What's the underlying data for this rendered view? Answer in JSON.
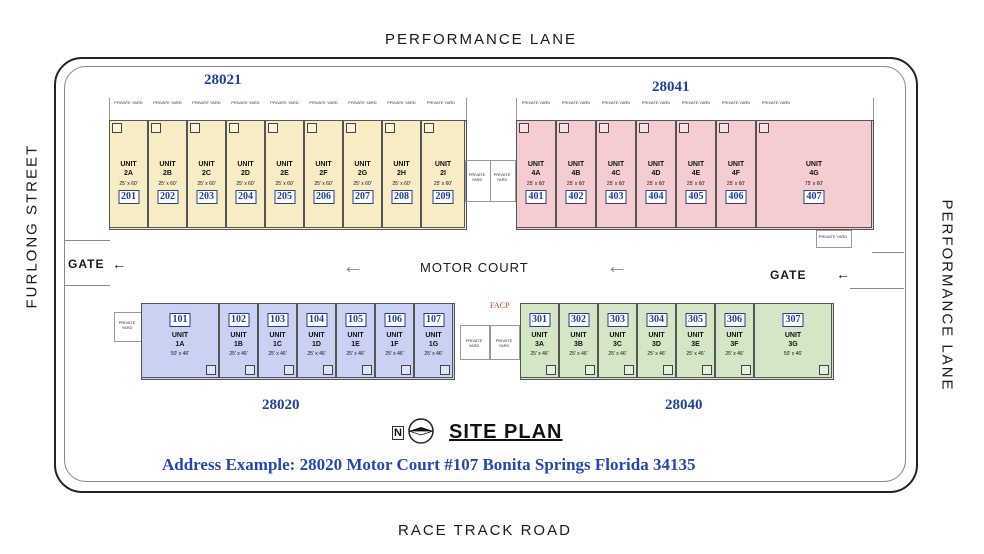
{
  "streets": {
    "top": "PERFORMANCE LANE",
    "bottom": "RACE TRACK ROAD",
    "left": "FURLONG STREET",
    "right": "PERFORMANCE LANE"
  },
  "buildings": {
    "b28021": "28021",
    "b28041": "28041",
    "b28020": "28020",
    "b28040": "28040"
  },
  "motor_court": "MOTOR COURT",
  "gate_left": "GATE",
  "gate_right": "GATE",
  "facp": "FACP",
  "private_yard": "PRIVATE YARD",
  "compass_label": "N",
  "site_plan": "SITE PLAN",
  "address": "Address Example: 28020 Motor Court #107 Bonita Springs Florida 34135",
  "colors": {
    "yellow": "#f7ecc4",
    "pink": "#f5cdd1",
    "blue": "#c9d2f3",
    "green": "#d3e7c7",
    "number_blue": "#1f3f9a"
  },
  "units": {
    "top_left": [
      {
        "title": "UNIT",
        "code": "2A",
        "dim": "25' x 60'",
        "num": "201"
      },
      {
        "title": "UNIT",
        "code": "2B",
        "dim": "25' x 60'",
        "num": "202"
      },
      {
        "title": "UNIT",
        "code": "2C",
        "dim": "25' x 60'",
        "num": "203"
      },
      {
        "title": "UNIT",
        "code": "2D",
        "dim": "25' x 60'",
        "num": "204"
      },
      {
        "title": "UNIT",
        "code": "2E",
        "dim": "25' x 60'",
        "num": "205"
      },
      {
        "title": "UNIT",
        "code": "2F",
        "dim": "25' x 60'",
        "num": "206"
      },
      {
        "title": "UNIT",
        "code": "2G",
        "dim": "25' x 60'",
        "num": "207"
      },
      {
        "title": "UNIT",
        "code": "2H",
        "dim": "25' x 60'",
        "num": "208"
      },
      {
        "title": "UNIT",
        "code": "2I",
        "dim": "25' x 60'",
        "num": "209"
      }
    ],
    "top_right": [
      {
        "title": "UNIT",
        "code": "4A",
        "dim": "25' x 60'",
        "num": "401"
      },
      {
        "title": "UNIT",
        "code": "4B",
        "dim": "25' x 60'",
        "num": "402"
      },
      {
        "title": "UNIT",
        "code": "4C",
        "dim": "25' x 60'",
        "num": "403"
      },
      {
        "title": "UNIT",
        "code": "4D",
        "dim": "25' x 60'",
        "num": "404"
      },
      {
        "title": "UNIT",
        "code": "4E",
        "dim": "25' x 60'",
        "num": "405"
      },
      {
        "title": "UNIT",
        "code": "4F",
        "dim": "25' x 60'",
        "num": "406"
      },
      {
        "title": "UNIT",
        "code": "4G",
        "dim": "75' x 60'",
        "num": "407"
      }
    ],
    "bottom_left": [
      {
        "title": "UNIT",
        "code": "1A",
        "dim": "50' x 46'",
        "num": "101"
      },
      {
        "title": "UNIT",
        "code": "1B",
        "dim": "25' x 46'",
        "num": "102"
      },
      {
        "title": "UNIT",
        "code": "1C",
        "dim": "25' x 46'",
        "num": "103"
      },
      {
        "title": "UNIT",
        "code": "1D",
        "dim": "25' x 46'",
        "num": "104"
      },
      {
        "title": "UNIT",
        "code": "1E",
        "dim": "25' x 46'",
        "num": "105"
      },
      {
        "title": "UNIT",
        "code": "1F",
        "dim": "25' x 46'",
        "num": "106"
      },
      {
        "title": "UNIT",
        "code": "1G",
        "dim": "25' x 46'",
        "num": "107"
      }
    ],
    "bottom_right": [
      {
        "title": "UNIT",
        "code": "3A",
        "dim": "25' x 46'",
        "num": "301"
      },
      {
        "title": "UNIT",
        "code": "3B",
        "dim": "25' x 46'",
        "num": "302"
      },
      {
        "title": "UNIT",
        "code": "3C",
        "dim": "25' x 46'",
        "num": "303"
      },
      {
        "title": "UNIT",
        "code": "3D",
        "dim": "25' x 46'",
        "num": "304"
      },
      {
        "title": "UNIT",
        "code": "3E",
        "dim": "25' x 46'",
        "num": "305"
      },
      {
        "title": "UNIT",
        "code": "3F",
        "dim": "25' x 46'",
        "num": "306"
      },
      {
        "title": "UNIT",
        "code": "3G",
        "dim": "50' x 46'",
        "num": "307"
      }
    ]
  }
}
